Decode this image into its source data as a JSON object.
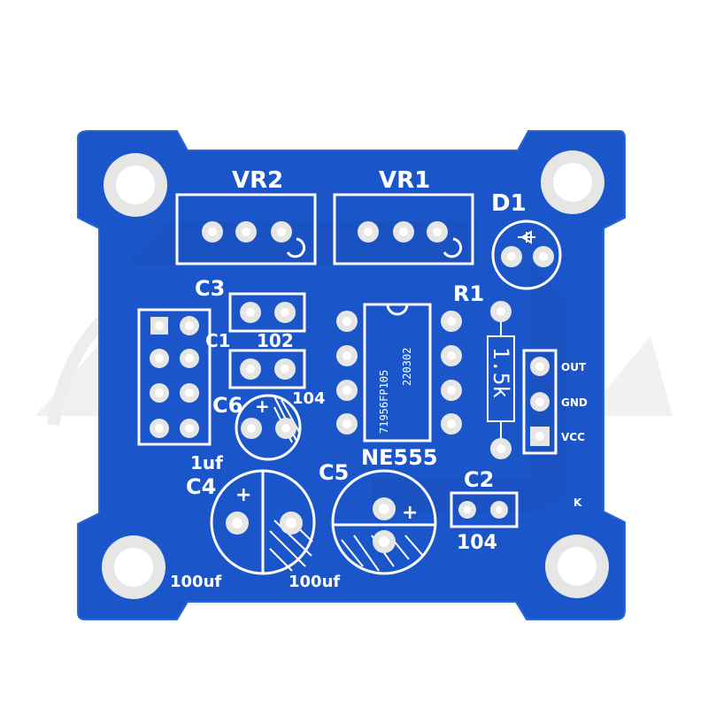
{
  "board": {
    "colors": {
      "solder_mask": "#1a56c9",
      "mask_dark": "#1448b0",
      "silkscreen": "#ffffff",
      "pad_metal": "#e6e6e6",
      "pad_hole": "#b9b9b9",
      "watermark": "#d9d6d2"
    },
    "labels": {
      "vr2": "VR2",
      "vr1": "VR1",
      "d1": "D1",
      "c3": "C3",
      "r1": "R1",
      "c1": "C1",
      "c1_value": "102",
      "c6": "C6",
      "c6_value": "104",
      "c4": "C4",
      "c4_value": "100uf",
      "c4_cap_value": "1uf",
      "c5": "C5",
      "c5_value": "100uf",
      "ic": "NE555",
      "ic_code_1": "71956FP105",
      "ic_code_2": "220302",
      "r1_value": "1.5k",
      "c2": "C2",
      "c2_value": "104",
      "out": "OUT",
      "gnd": "GND",
      "vcc": "VCC",
      "k_mark": "K",
      "plus": "+"
    }
  }
}
